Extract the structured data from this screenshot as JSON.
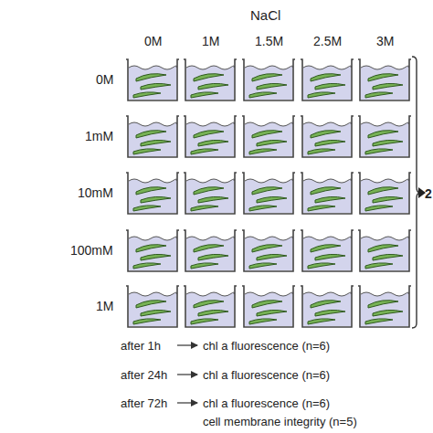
{
  "diagram": {
    "labels": [
      "NaCl",
      "0M",
      "1M",
      "1.5M",
      "2.5M",
      "3M",
      "0M",
      "1mM",
      "10mM",
      "100mM",
      "1M",
      "2",
      "after 1h",
      "chl a fluorescence (n=6)",
      "after 24h",
      "chl a fluorescence (n=6)",
      "after 72h",
      "chl a fluorescence (n=6)",
      "cell membrane integrity (n=5)"
    ]
  }
}
